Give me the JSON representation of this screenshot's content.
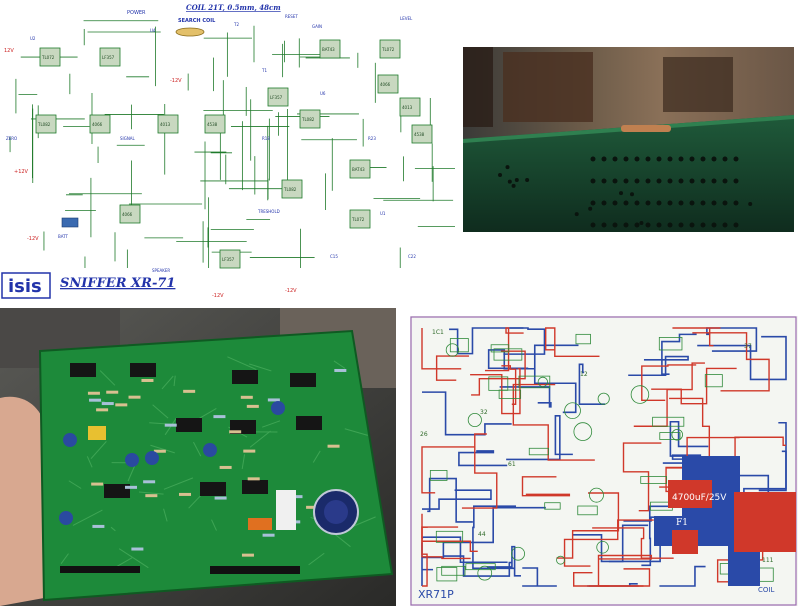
{
  "schematic": {
    "coil_note": "COIL 21T, 0.5mm, 48cm",
    "search_coil_label": "SEARCH COIL",
    "power_label": "POWER",
    "title": "SNIFFER XR-71",
    "logo": "isis",
    "supply_labels": {
      "plus12": "+12V",
      "minus12": "-12V",
      "v12": "12V"
    },
    "chip_labels": [
      "TL072",
      "LF357",
      "TL082",
      "4066",
      "4013",
      "4538",
      "BAT43"
    ],
    "component_labels": [
      "SIGNAL",
      "ZERO",
      "TRESHOLD",
      "RESET",
      "SPEAKER",
      "BATT",
      "GAIN",
      "LEVEL",
      "R18",
      "R23",
      "C15",
      "C22",
      "T1",
      "T2",
      "U1",
      "U2",
      "U4",
      "U6"
    ]
  },
  "pcb": {
    "label_xr": "XR71P",
    "label_cap": "4700uF/25V",
    "label_fuse": "F1",
    "label_coil": "COIL",
    "pad_numbers": [
      "1C1",
      "26",
      "37",
      "111",
      "32",
      "44",
      "12",
      "61"
    ]
  },
  "colors": {
    "schematic_line": "#1f7a2a",
    "schematic_chip": "#c8d8c0",
    "title_blue": "#2233aa",
    "pcb_red": "#d0382a",
    "pcb_blue": "#2a4aa8",
    "pcb_green": "#2f8a3a",
    "board_green": "#1d8a3a"
  }
}
